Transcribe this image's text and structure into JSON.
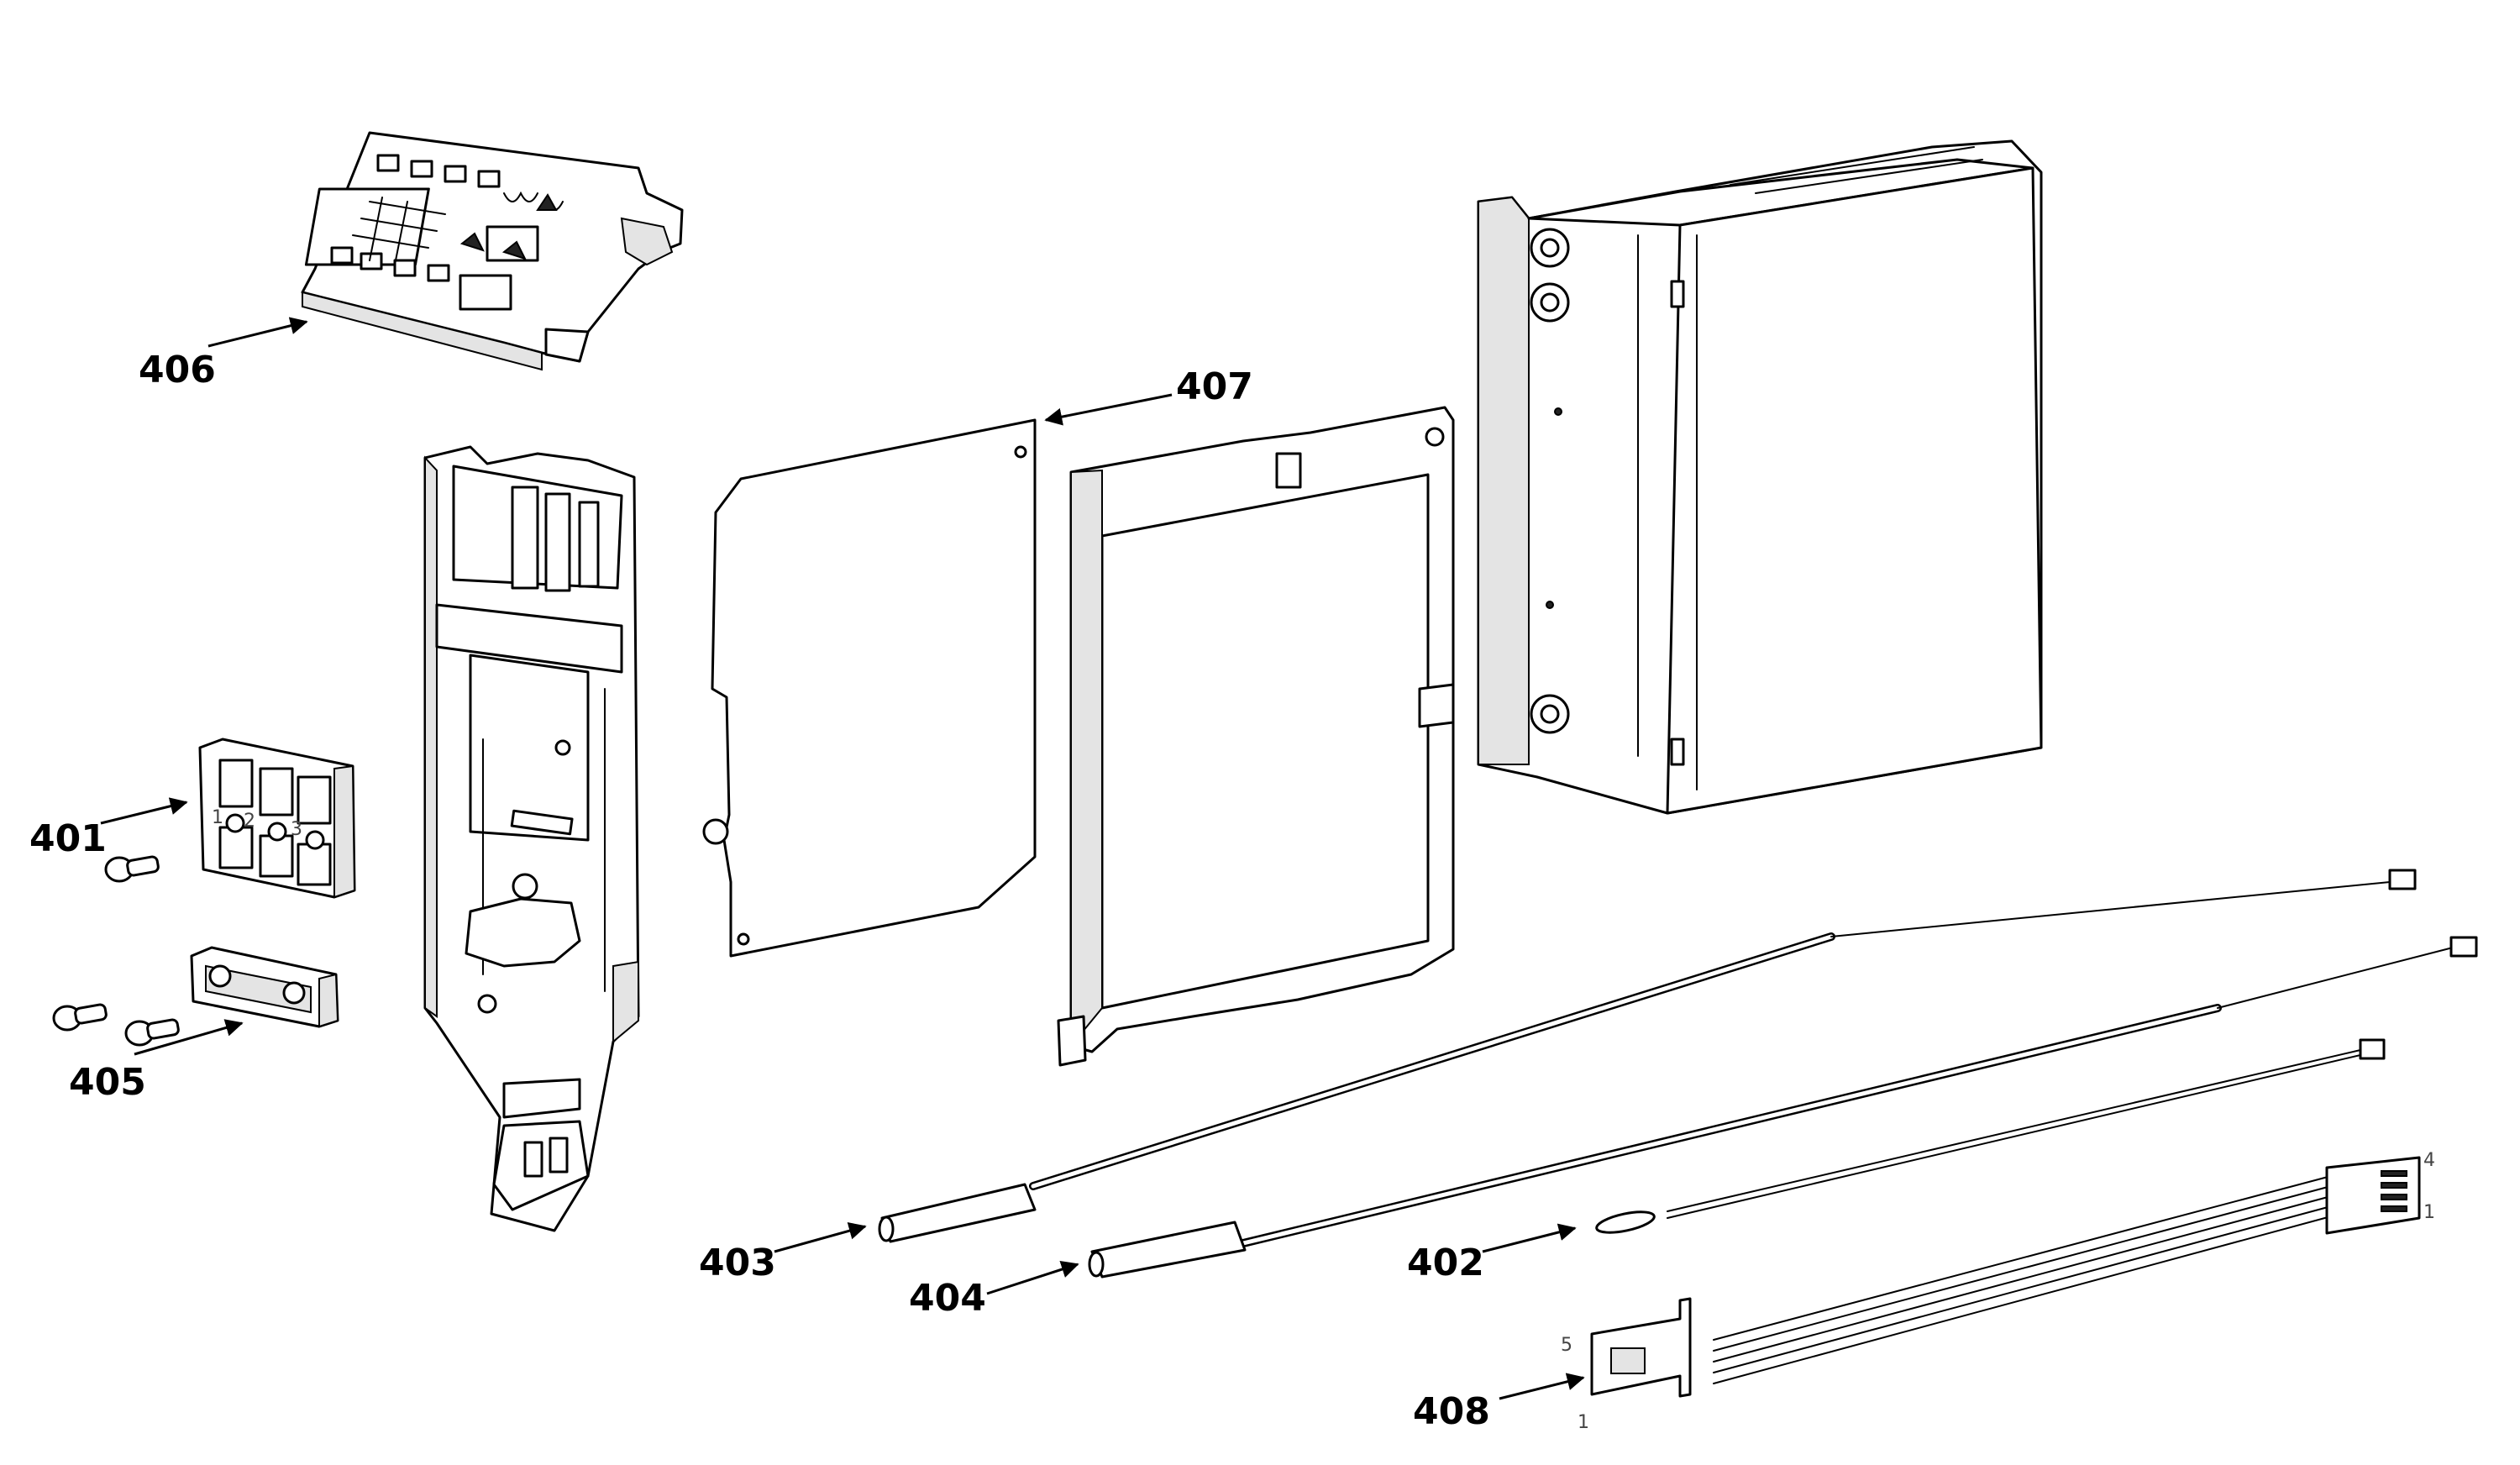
{
  "diagram": {
    "callouts": {
      "p401": "401",
      "p402": "402",
      "p403": "403",
      "p404": "404",
      "p405": "405",
      "p406": "406",
      "p407": "407",
      "p408": "408"
    },
    "terminal_numbers": [
      "1",
      "2",
      "3"
    ],
    "connector_408_pins": {
      "top_left": "5",
      "bottom_left": "1",
      "top_right": "4",
      "bottom_right": "1"
    }
  }
}
